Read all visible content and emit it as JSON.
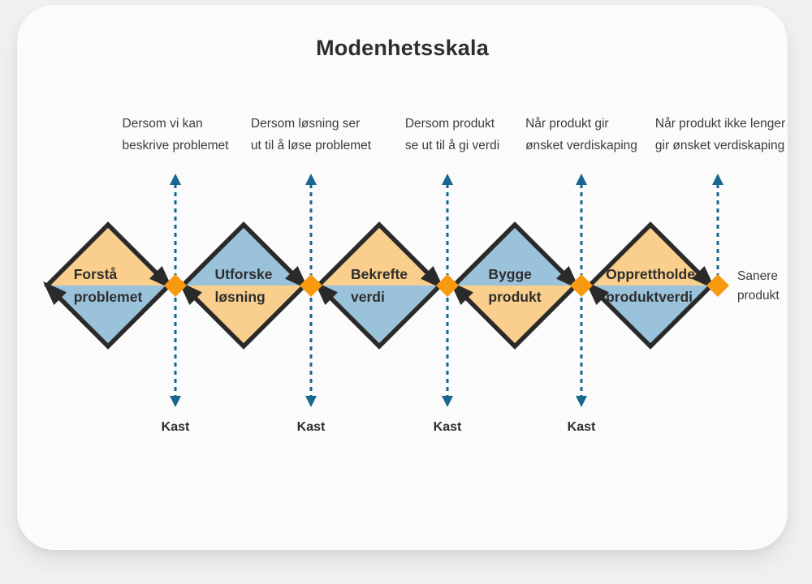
{
  "title": "Modenhetsskala",
  "colors": {
    "outline": "#2a2a2a",
    "diamond_orange": "#facf8d",
    "diamond_blue": "#9ac2db",
    "marker_orange": "#f79a10",
    "dotted_teal": "#17678f",
    "card_background": "#fbfbfb",
    "page_background": "#f1f1f2"
  },
  "stages": [
    {
      "line1": "Forstå",
      "line2": "problemet",
      "top_fill": "#facf8d",
      "bottom_fill": "#9ac2db"
    },
    {
      "line1": "Utforske",
      "line2": "løsning",
      "top_fill": "#9ac2db",
      "bottom_fill": "#facf8d"
    },
    {
      "line1": "Bekrefte",
      "line2": "verdi",
      "top_fill": "#facf8d",
      "bottom_fill": "#9ac2db"
    },
    {
      "line1": "Bygge",
      "line2": "produkt",
      "top_fill": "#9ac2db",
      "bottom_fill": "#facf8d"
    },
    {
      "line1": "Opprettholde",
      "line2": "produktverdi",
      "top_fill": "#facf8d",
      "bottom_fill": "#9ac2db"
    }
  ],
  "gates": [
    {
      "annotation_line1": "Dersom vi kan",
      "annotation_line2": "beskrive problemet",
      "discard_label": "Kast"
    },
    {
      "annotation_line1": "Dersom løsning ser",
      "annotation_line2": "ut til å løse problemet",
      "discard_label": "Kast"
    },
    {
      "annotation_line1": "Dersom produkt",
      "annotation_line2": "se ut til å gi verdi",
      "discard_label": "Kast"
    },
    {
      "annotation_line1": "Når produkt gir",
      "annotation_line2": "ønsket verdiskaping",
      "discard_label": "Kast"
    },
    {
      "annotation_line1": "Når produkt ikke lenger",
      "annotation_line2": "gir ønsket verdiskaping"
    }
  ],
  "end_label": {
    "line1": "Sanere",
    "line2": "produkt"
  }
}
